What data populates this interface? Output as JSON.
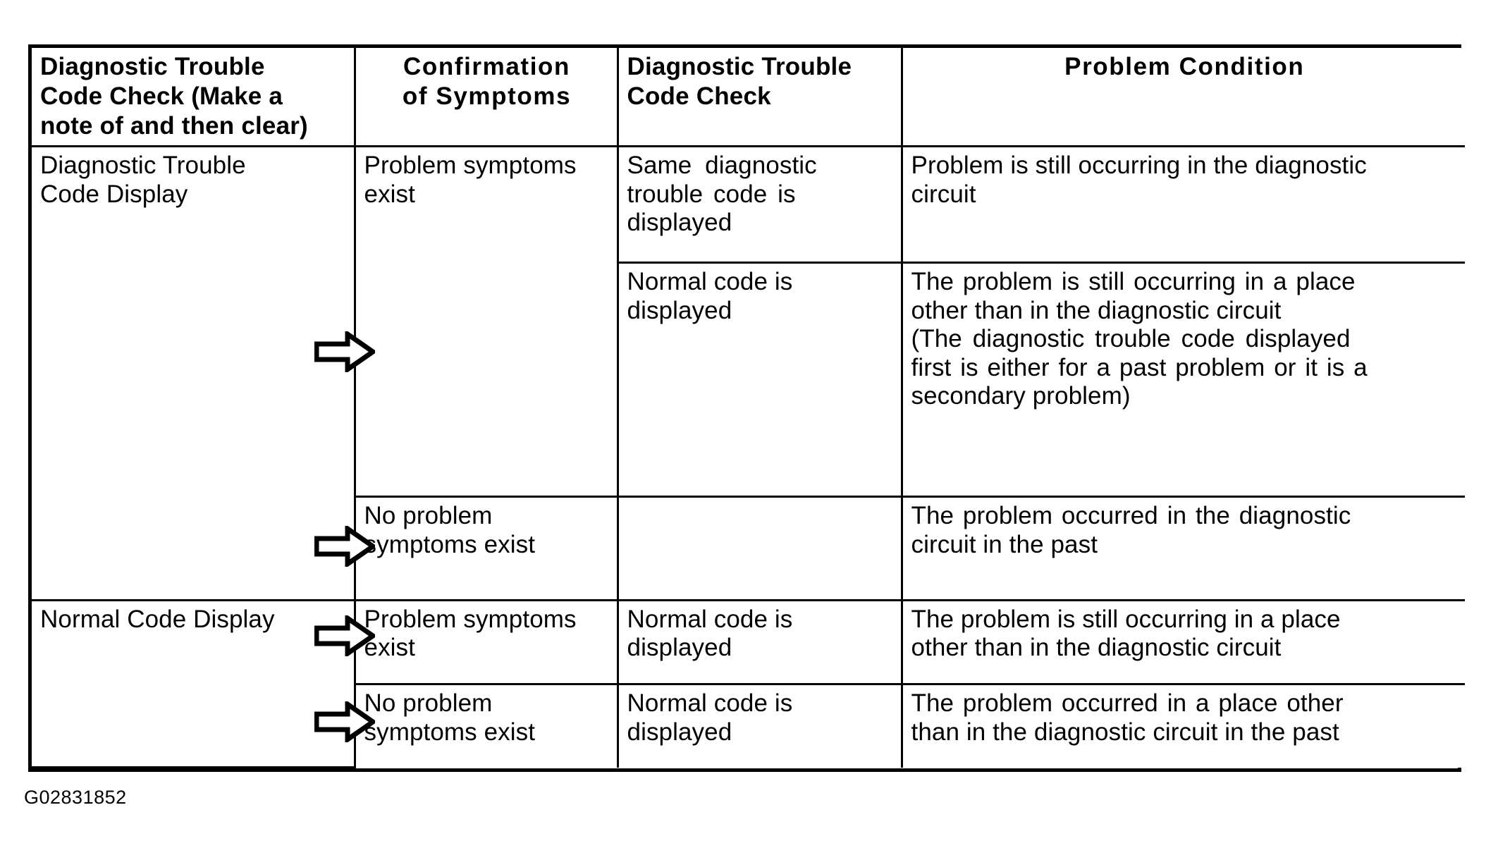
{
  "figure": {
    "caption": "G02831852",
    "type": "table",
    "accent_color": "#000000",
    "background_color": "#ffffff"
  },
  "table": {
    "columns": [
      {
        "key": "dtc_check_first",
        "header_lines": [
          "Diagnostic Trouble",
          "Code Check (Make a",
          "note of and then clear)"
        ],
        "align": "left"
      },
      {
        "key": "confirmation",
        "header_lines": [
          "Confirmation",
          "of Symptoms"
        ],
        "align": "center"
      },
      {
        "key": "dtc_check_second",
        "header_lines": [
          "Diagnostic Trouble",
          "Code Check"
        ],
        "align": "left"
      },
      {
        "key": "problem_condition",
        "header_lines": [
          "Problem Condition"
        ],
        "align": "center"
      }
    ],
    "rows": [
      {
        "dtc_check_first": [
          "Diagnostic Trouble",
          "Code Display"
        ],
        "confirmation": [
          "Problem symptoms",
          "exist"
        ],
        "dtc_check_second": [
          "Same diagnostic",
          "trouble code is",
          "displayed"
        ],
        "problem_condition": [
          "Problem is still occurring in the diagnostic",
          "circuit"
        ]
      },
      {
        "dtc_check_first": [],
        "confirmation": [],
        "dtc_check_second": [
          "Normal code is",
          "displayed"
        ],
        "problem_condition": [
          "The problem is still occurring in a place",
          "other than in the diagnostic circuit",
          "(The diagnostic trouble code displayed",
          "first is either for a past problem or it is a",
          "secondary problem)"
        ]
      },
      {
        "dtc_check_first": [],
        "confirmation": [
          "No problem",
          "symptoms exist"
        ],
        "dtc_check_second": [],
        "problem_condition": [
          "The problem occurred in the diagnostic",
          "circuit in the past"
        ]
      },
      {
        "dtc_check_first": [
          "Normal Code Display"
        ],
        "confirmation": [
          "Problem symptoms",
          "exist"
        ],
        "dtc_check_second": [
          "Normal code is",
          "displayed"
        ],
        "problem_condition": [
          "The problem is still occurring in a place",
          "other than in the diagnostic circuit"
        ]
      },
      {
        "dtc_check_first": [],
        "confirmation": [
          "No problem",
          "symptoms exist"
        ],
        "dtc_check_second": [
          "Normal code is",
          "displayed"
        ],
        "problem_condition": [
          "The problem occurred in a place other",
          "than in the diagnostic circuit in the past"
        ]
      }
    ]
  },
  "arrows": [
    {
      "name": "flow-arrow-dtc-to-problem-symptoms",
      "label": "right-arrow-icon"
    },
    {
      "name": "flow-arrow-dtc-to-no-problem-symptoms",
      "label": "right-arrow-icon"
    },
    {
      "name": "flow-arrow-normal-to-problem-symptoms",
      "label": "right-arrow-icon"
    },
    {
      "name": "flow-arrow-normal-to-no-problem-symptoms",
      "label": "right-arrow-icon"
    }
  ]
}
